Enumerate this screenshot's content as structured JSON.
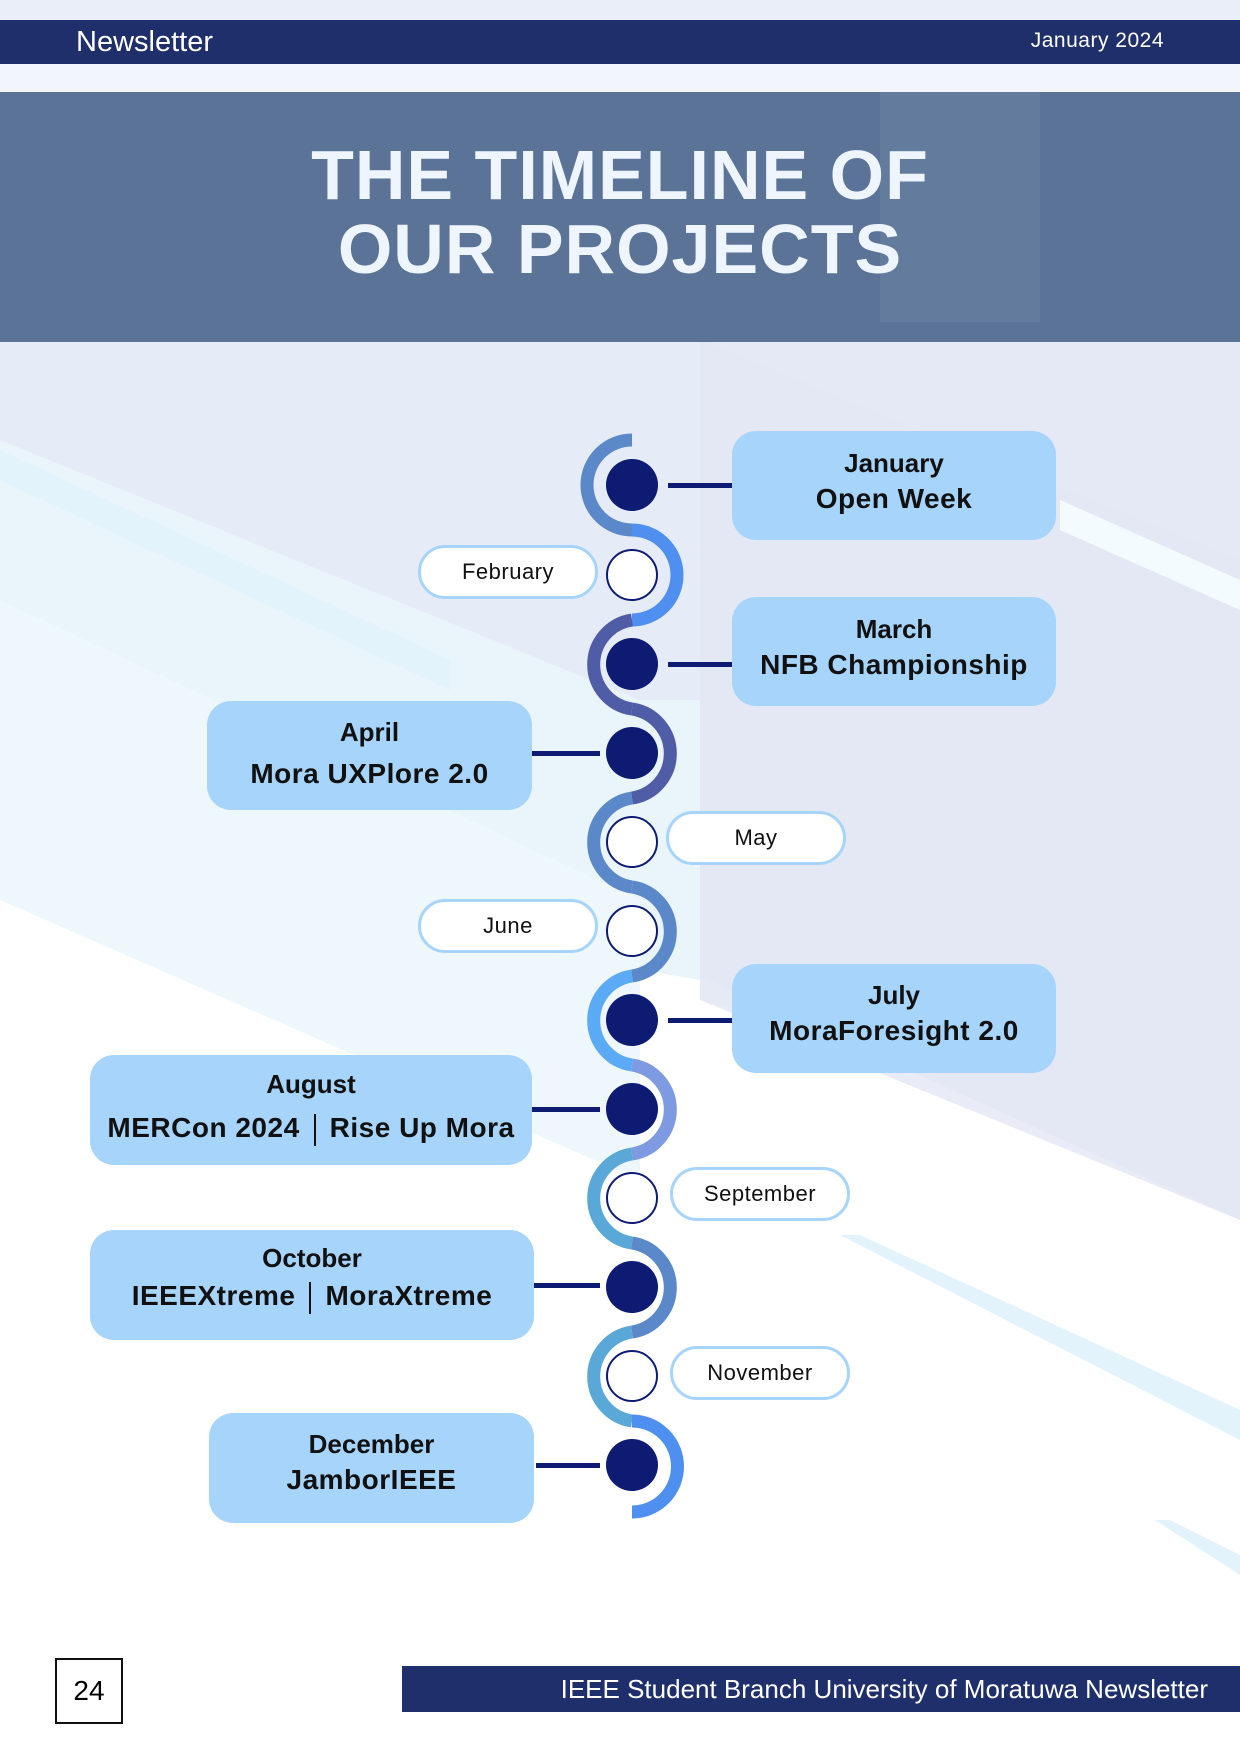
{
  "header": {
    "title": "Newsletter",
    "date": "January 2024"
  },
  "hero": {
    "title_line1": "THE TIMELINE OF",
    "title_line2": "OUR PROJECTS"
  },
  "timeline": {
    "months": [
      {
        "month": "January",
        "events": [
          "Open Week"
        ],
        "has_event": true
      },
      {
        "month": "February",
        "events": [],
        "has_event": false
      },
      {
        "month": "March",
        "events": [
          "NFB Championship"
        ],
        "has_event": true
      },
      {
        "month": "April",
        "events": [
          "Mora UXPlore 2.0"
        ],
        "has_event": true
      },
      {
        "month": "May",
        "events": [],
        "has_event": false
      },
      {
        "month": "June",
        "events": [],
        "has_event": false
      },
      {
        "month": "July",
        "events": [
          "MoraForesight 2.0"
        ],
        "has_event": true
      },
      {
        "month": "August",
        "events": [
          "MERCon 2024",
          "Rise Up Mora"
        ],
        "has_event": true
      },
      {
        "month": "September",
        "events": [],
        "has_event": false
      },
      {
        "month": "October",
        "events": [
          "IEEEXtreme",
          "MoraXtreme"
        ],
        "has_event": true
      },
      {
        "month": "November",
        "events": [],
        "has_event": false
      },
      {
        "month": "December",
        "events": [
          "JamborIEEE"
        ],
        "has_event": true
      }
    ]
  },
  "footer": {
    "page_number": "24",
    "text": "IEEE Student Branch University of Moratuwa Newsletter"
  },
  "colors": {
    "navy": "#1f2f6b",
    "node": "#0d1b73",
    "box": "#a6d4fb",
    "hero": "#5a7397"
  }
}
